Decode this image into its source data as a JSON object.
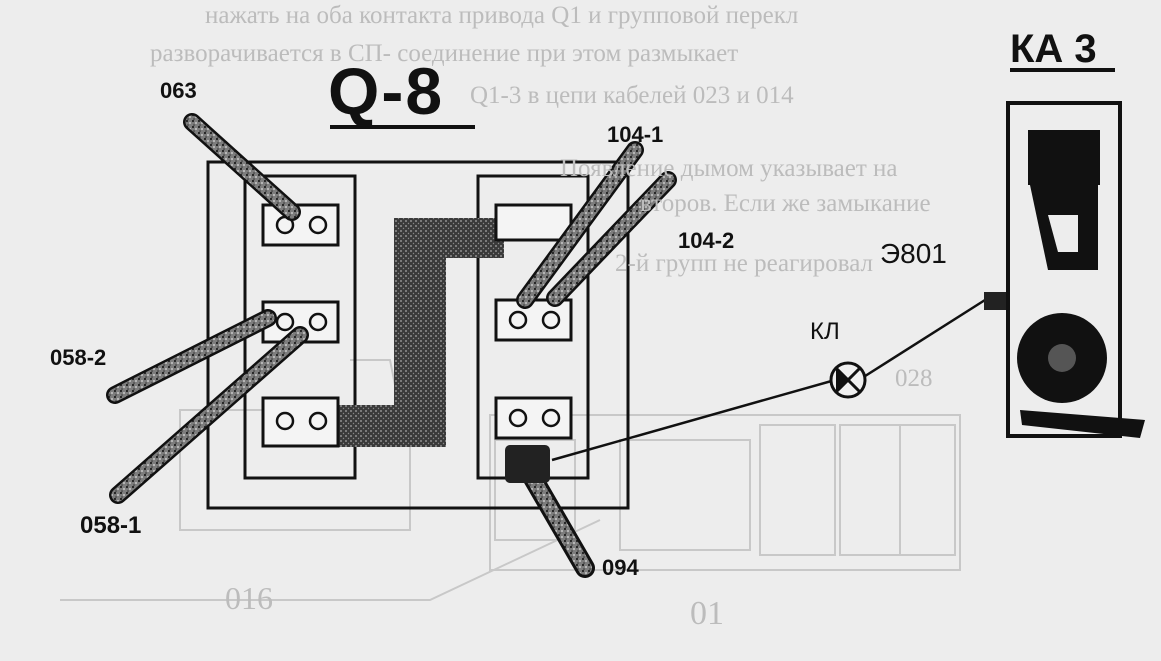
{
  "background_text": {
    "line1": "нажать на оба контакта привода Q1 и групповой перекл",
    "line2": "разворачивается в СП- соединение при этом размыкает",
    "line3": "Q1-3 в цепи кабелей 023 и 014",
    "line4": "Появление дымом указывает на",
    "line5": "второв. Если же замыкание",
    "line6": "2-й групп не реагировал",
    "label_028": "028",
    "label_016": "016",
    "label_01": "01"
  },
  "title": "Q-8",
  "device_title": "КА 3",
  "labels": {
    "c063": "063",
    "c058_2": "058-2",
    "c058_1": "058-1",
    "c104_1": "104-1",
    "c104_2": "104-2",
    "c094": "094",
    "kl": "КЛ",
    "e801": "Э801"
  },
  "colors": {
    "ink": "#111111",
    "cable_fill": "#9a9a9a",
    "paper": "#ededed"
  }
}
